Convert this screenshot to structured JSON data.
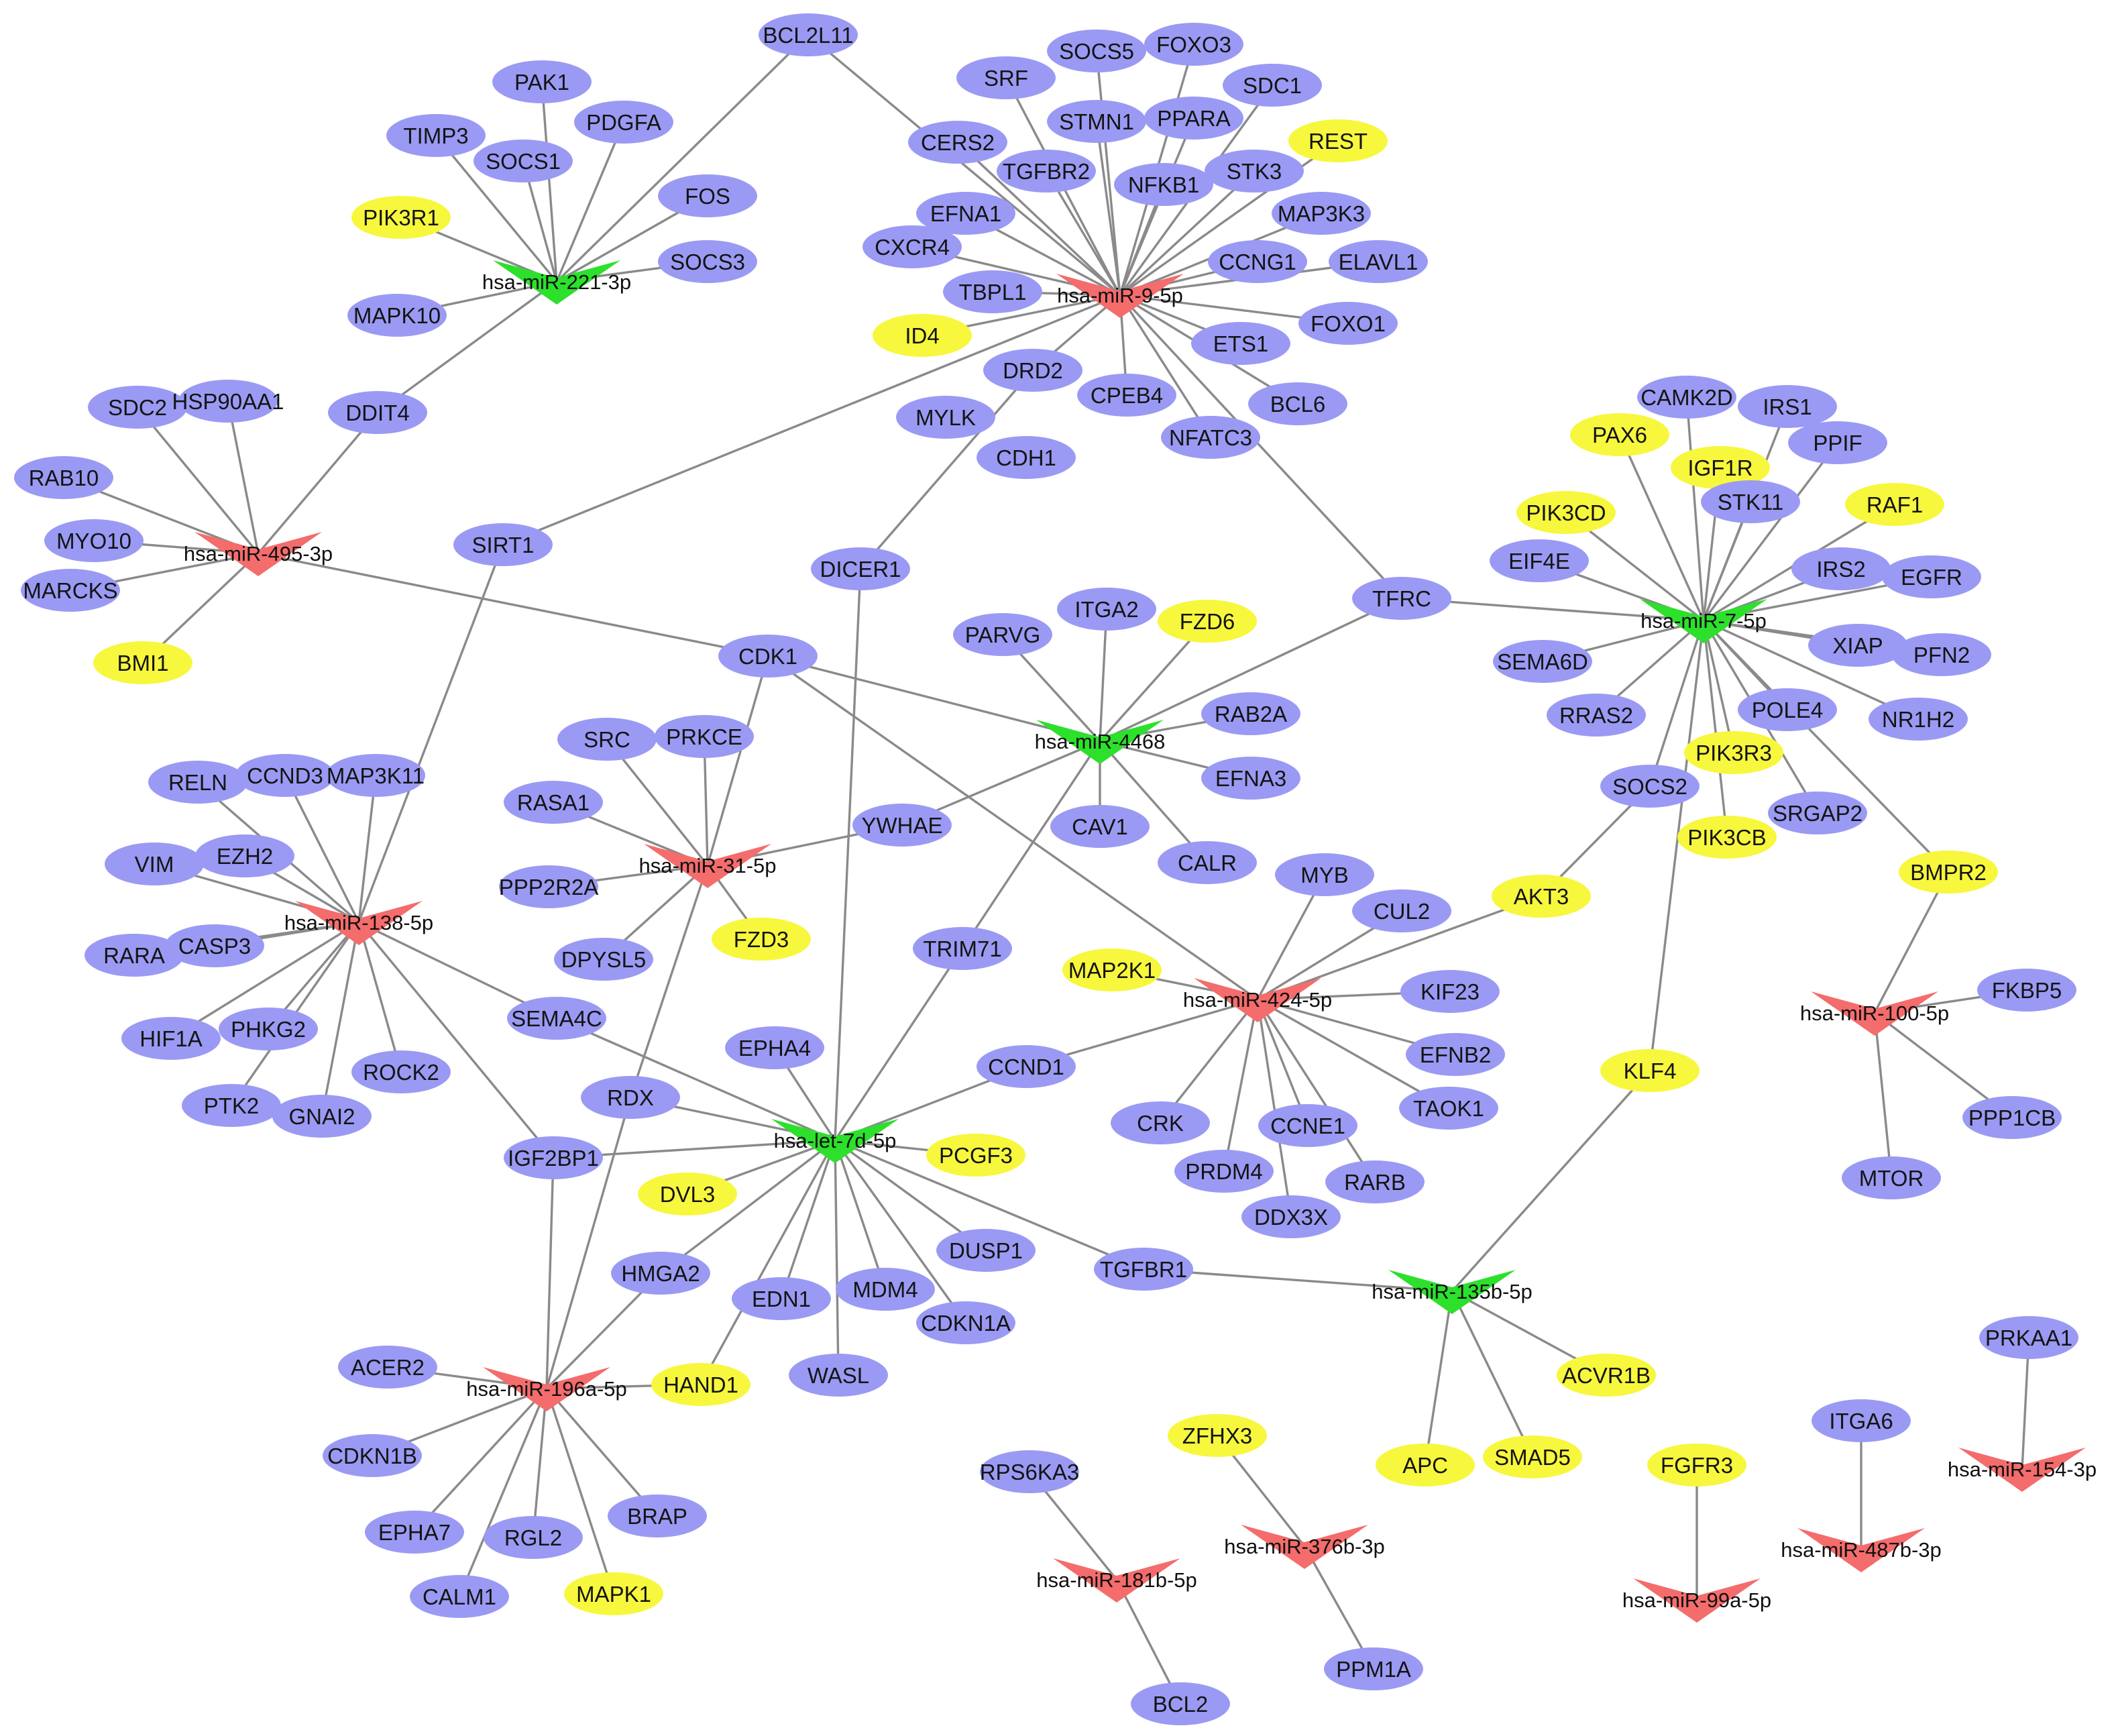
{
  "colors": {
    "gene_blue": "#9a9af4",
    "gene_yellow": "#f7f73e",
    "mirna_red": "#f46c6c",
    "mirna_green": "#2ce02c",
    "edge": "#8a8a8a"
  },
  "mirnas": [
    {
      "id": "m221",
      "label": "hsa-miR-221-3p",
      "color": "green"
    },
    {
      "id": "m9",
      "label": "hsa-miR-9-5p",
      "color": "red"
    },
    {
      "id": "m495",
      "label": "hsa-miR-495-3p",
      "color": "red"
    },
    {
      "id": "m7",
      "label": "hsa-miR-7-5p",
      "color": "green"
    },
    {
      "id": "m4468",
      "label": "hsa-miR-4468",
      "color": "green"
    },
    {
      "id": "m31",
      "label": "hsa-miR-31-5p",
      "color": "red"
    },
    {
      "id": "m138",
      "label": "hsa-miR-138-5p",
      "color": "red"
    },
    {
      "id": "m424",
      "label": "hsa-miR-424-5p",
      "color": "red"
    },
    {
      "id": "m100",
      "label": "hsa-miR-100-5p",
      "color": "red"
    },
    {
      "id": "let7d",
      "label": "hsa-let-7d-5p",
      "color": "green"
    },
    {
      "id": "m135b",
      "label": "hsa-miR-135b-5p",
      "color": "green"
    },
    {
      "id": "m196a",
      "label": "hsa-miR-196a-5p",
      "color": "red"
    },
    {
      "id": "m181b",
      "label": "hsa-miR-181b-5p",
      "color": "red"
    },
    {
      "id": "m376b",
      "label": "hsa-miR-376b-3p",
      "color": "red"
    },
    {
      "id": "m99a",
      "label": "hsa-miR-99a-5p",
      "color": "red"
    },
    {
      "id": "m487b",
      "label": "hsa-miR-487b-3p",
      "color": "red"
    },
    {
      "id": "m154",
      "label": "hsa-miR-154-3p",
      "color": "red"
    }
  ],
  "genes": [
    {
      "id": "BCL2L11",
      "label": "BCL2L11",
      "color": "blue"
    },
    {
      "id": "PAK1",
      "label": "PAK1",
      "color": "blue"
    },
    {
      "id": "TIMP3",
      "label": "TIMP3",
      "color": "blue"
    },
    {
      "id": "PDGFA",
      "label": "PDGFA",
      "color": "blue"
    },
    {
      "id": "SOCS1",
      "label": "SOCS1",
      "color": "blue"
    },
    {
      "id": "FOS",
      "label": "FOS",
      "color": "blue"
    },
    {
      "id": "PIK3R1",
      "label": "PIK3R1",
      "color": "yellow"
    },
    {
      "id": "SOCS3",
      "label": "SOCS3",
      "color": "blue"
    },
    {
      "id": "MAPK10",
      "label": "MAPK10",
      "color": "blue"
    },
    {
      "id": "DDIT4",
      "label": "DDIT4",
      "color": "blue"
    },
    {
      "id": "SDC2",
      "label": "SDC2",
      "color": "blue"
    },
    {
      "id": "HSP90AA1",
      "label": "HSP90AA1",
      "color": "blue"
    },
    {
      "id": "RAB10",
      "label": "RAB10",
      "color": "blue"
    },
    {
      "id": "MYO10",
      "label": "MYO10",
      "color": "blue"
    },
    {
      "id": "MARCKS",
      "label": "MARCKS",
      "color": "blue"
    },
    {
      "id": "BMI1",
      "label": "BMI1",
      "color": "yellow"
    },
    {
      "id": "SRF",
      "label": "SRF",
      "color": "blue"
    },
    {
      "id": "SOCS5",
      "label": "SOCS5",
      "color": "blue"
    },
    {
      "id": "FOXO3",
      "label": "FOXO3",
      "color": "blue"
    },
    {
      "id": "SDC1",
      "label": "SDC1",
      "color": "blue"
    },
    {
      "id": "STMN1",
      "label": "STMN1",
      "color": "blue"
    },
    {
      "id": "PPARA",
      "label": "PPARA",
      "color": "blue"
    },
    {
      "id": "REST",
      "label": "REST",
      "color": "yellow"
    },
    {
      "id": "CERS2",
      "label": "CERS2",
      "color": "blue"
    },
    {
      "id": "TGFBR2",
      "label": "TGFBR2",
      "color": "blue"
    },
    {
      "id": "NFKB1",
      "label": "NFKB1",
      "color": "blue"
    },
    {
      "id": "STK3",
      "label": "STK3",
      "color": "blue"
    },
    {
      "id": "MAP3K3",
      "label": "MAP3K3",
      "color": "blue"
    },
    {
      "id": "EFNA1",
      "label": "EFNA1",
      "color": "blue"
    },
    {
      "id": "CXCR4",
      "label": "CXCR4",
      "color": "blue"
    },
    {
      "id": "CCNG1",
      "label": "CCNG1",
      "color": "blue"
    },
    {
      "id": "ELAVL1",
      "label": "ELAVL1",
      "color": "blue"
    },
    {
      "id": "TBPL1",
      "label": "TBPL1",
      "color": "blue"
    },
    {
      "id": "FOXO1",
      "label": "FOXO1",
      "color": "blue"
    },
    {
      "id": "ID4",
      "label": "ID4",
      "color": "yellow"
    },
    {
      "id": "ETS1",
      "label": "ETS1",
      "color": "blue"
    },
    {
      "id": "DRD2",
      "label": "DRD2",
      "color": "blue"
    },
    {
      "id": "CPEB4",
      "label": "CPEB4",
      "color": "blue"
    },
    {
      "id": "BCL6",
      "label": "BCL6",
      "color": "blue"
    },
    {
      "id": "MYLK",
      "label": "MYLK",
      "color": "blue"
    },
    {
      "id": "NFATC3",
      "label": "NFATC3",
      "color": "blue"
    },
    {
      "id": "CDH1",
      "label": "CDH1",
      "color": "blue"
    },
    {
      "id": "SIRT1",
      "label": "SIRT1",
      "color": "blue"
    },
    {
      "id": "DICER1",
      "label": "DICER1",
      "color": "blue"
    },
    {
      "id": "TFRC",
      "label": "TFRC",
      "color": "blue"
    },
    {
      "id": "CAMK2D",
      "label": "CAMK2D",
      "color": "blue"
    },
    {
      "id": "IRS1",
      "label": "IRS1",
      "color": "blue"
    },
    {
      "id": "PAX6",
      "label": "PAX6",
      "color": "yellow"
    },
    {
      "id": "PPIF",
      "label": "PPIF",
      "color": "blue"
    },
    {
      "id": "IGF1R",
      "label": "IGF1R",
      "color": "yellow"
    },
    {
      "id": "PIK3CD",
      "label": "PIK3CD",
      "color": "yellow"
    },
    {
      "id": "STK11",
      "label": "STK11",
      "color": "blue"
    },
    {
      "id": "RAF1",
      "label": "RAF1",
      "color": "yellow"
    },
    {
      "id": "EIF4E",
      "label": "EIF4E",
      "color": "blue"
    },
    {
      "id": "IRS2",
      "label": "IRS2",
      "color": "blue"
    },
    {
      "id": "EGFR",
      "label": "EGFR",
      "color": "blue"
    },
    {
      "id": "SEMA6D",
      "label": "SEMA6D",
      "color": "blue"
    },
    {
      "id": "XIAP",
      "label": "XIAP",
      "color": "blue"
    },
    {
      "id": "PFN2",
      "label": "PFN2",
      "color": "blue"
    },
    {
      "id": "RRAS2",
      "label": "RRAS2",
      "color": "blue"
    },
    {
      "id": "POLE4",
      "label": "POLE4",
      "color": "blue"
    },
    {
      "id": "NR1H2",
      "label": "NR1H2",
      "color": "blue"
    },
    {
      "id": "PIK3R3",
      "label": "PIK3R3",
      "color": "yellow"
    },
    {
      "id": "SOCS2",
      "label": "SOCS2",
      "color": "blue"
    },
    {
      "id": "SRGAP2",
      "label": "SRGAP2",
      "color": "blue"
    },
    {
      "id": "PIK3CB",
      "label": "PIK3CB",
      "color": "yellow"
    },
    {
      "id": "BMPR2",
      "label": "BMPR2",
      "color": "yellow"
    },
    {
      "id": "ITGA2",
      "label": "ITGA2",
      "color": "blue"
    },
    {
      "id": "FZD6",
      "label": "FZD6",
      "color": "yellow"
    },
    {
      "id": "PARVG",
      "label": "PARVG",
      "color": "blue"
    },
    {
      "id": "CDK1",
      "label": "CDK1",
      "color": "blue"
    },
    {
      "id": "RAB2A",
      "label": "RAB2A",
      "color": "blue"
    },
    {
      "id": "EFNA3",
      "label": "EFNA3",
      "color": "blue"
    },
    {
      "id": "CAV1",
      "label": "CAV1",
      "color": "blue"
    },
    {
      "id": "CALR",
      "label": "CALR",
      "color": "blue"
    },
    {
      "id": "SRC",
      "label": "SRC",
      "color": "blue"
    },
    {
      "id": "PRKCE",
      "label": "PRKCE",
      "color": "blue"
    },
    {
      "id": "RASA1",
      "label": "RASA1",
      "color": "blue"
    },
    {
      "id": "YWHAE",
      "label": "YWHAE",
      "color": "blue"
    },
    {
      "id": "PPP2R2A",
      "label": "PPP2R2A",
      "color": "blue"
    },
    {
      "id": "FZD3",
      "label": "FZD3",
      "color": "yellow"
    },
    {
      "id": "DPYSL5",
      "label": "DPYSL5",
      "color": "blue"
    },
    {
      "id": "RELN",
      "label": "RELN",
      "color": "blue"
    },
    {
      "id": "CCND3",
      "label": "CCND3",
      "color": "blue"
    },
    {
      "id": "MAP3K11",
      "label": "MAP3K11",
      "color": "blue"
    },
    {
      "id": "VIM",
      "label": "VIM",
      "color": "blue"
    },
    {
      "id": "EZH2",
      "label": "EZH2",
      "color": "blue"
    },
    {
      "id": "RARA",
      "label": "RARA",
      "color": "blue"
    },
    {
      "id": "CASP3",
      "label": "CASP3",
      "color": "blue"
    },
    {
      "id": "HIF1A",
      "label": "HIF1A",
      "color": "blue"
    },
    {
      "id": "PHKG2",
      "label": "PHKG2",
      "color": "blue"
    },
    {
      "id": "ROCK2",
      "label": "ROCK2",
      "color": "blue"
    },
    {
      "id": "PTK2",
      "label": "PTK2",
      "color": "blue"
    },
    {
      "id": "GNAI2",
      "label": "GNAI2",
      "color": "blue"
    },
    {
      "id": "SEMA4C",
      "label": "SEMA4C",
      "color": "blue"
    },
    {
      "id": "IGF2BP1",
      "label": "IGF2BP1",
      "color": "blue"
    },
    {
      "id": "MYB",
      "label": "MYB",
      "color": "blue"
    },
    {
      "id": "CUL2",
      "label": "CUL2",
      "color": "blue"
    },
    {
      "id": "AKT3",
      "label": "AKT3",
      "color": "yellow"
    },
    {
      "id": "MAP2K1",
      "label": "MAP2K1",
      "color": "yellow"
    },
    {
      "id": "KIF23",
      "label": "KIF23",
      "color": "blue"
    },
    {
      "id": "EFNB2",
      "label": "EFNB2",
      "color": "blue"
    },
    {
      "id": "TRIM71",
      "label": "TRIM71",
      "color": "blue"
    },
    {
      "id": "CCND1",
      "label": "CCND1",
      "color": "blue"
    },
    {
      "id": "TAOK1",
      "label": "TAOK1",
      "color": "blue"
    },
    {
      "id": "CRK",
      "label": "CRK",
      "color": "blue"
    },
    {
      "id": "CCNE1",
      "label": "CCNE1",
      "color": "blue"
    },
    {
      "id": "PRDM4",
      "label": "PRDM4",
      "color": "blue"
    },
    {
      "id": "RARB",
      "label": "RARB",
      "color": "blue"
    },
    {
      "id": "DDX3X",
      "label": "DDX3X",
      "color": "blue"
    },
    {
      "id": "FKBP5",
      "label": "FKBP5",
      "color": "blue"
    },
    {
      "id": "PPP1CB",
      "label": "PPP1CB",
      "color": "blue"
    },
    {
      "id": "MTOR",
      "label": "MTOR",
      "color": "blue"
    },
    {
      "id": "KLF4",
      "label": "KLF4",
      "color": "yellow"
    },
    {
      "id": "EPHA4",
      "label": "EPHA4",
      "color": "blue"
    },
    {
      "id": "RDX",
      "label": "RDX",
      "color": "blue"
    },
    {
      "id": "PCGF3",
      "label": "PCGF3",
      "color": "yellow"
    },
    {
      "id": "DVL3",
      "label": "DVL3",
      "color": "yellow"
    },
    {
      "id": "DUSP1",
      "label": "DUSP1",
      "color": "blue"
    },
    {
      "id": "HMGA2",
      "label": "HMGA2",
      "color": "blue"
    },
    {
      "id": "TGFBR1",
      "label": "TGFBR1",
      "color": "blue"
    },
    {
      "id": "MDM4",
      "label": "MDM4",
      "color": "blue"
    },
    {
      "id": "EDN1",
      "label": "EDN1",
      "color": "blue"
    },
    {
      "id": "CDKN1A",
      "label": "CDKN1A",
      "color": "blue"
    },
    {
      "id": "WASL",
      "label": "WASL",
      "color": "blue"
    },
    {
      "id": "ACER2",
      "label": "ACER2",
      "color": "blue"
    },
    {
      "id": "HAND1",
      "label": "HAND1",
      "color": "yellow"
    },
    {
      "id": "CDKN1B",
      "label": "CDKN1B",
      "color": "blue"
    },
    {
      "id": "BRAP",
      "label": "BRAP",
      "color": "blue"
    },
    {
      "id": "EPHA7",
      "label": "EPHA7",
      "color": "blue"
    },
    {
      "id": "RGL2",
      "label": "RGL2",
      "color": "blue"
    },
    {
      "id": "CALM1",
      "label": "CALM1",
      "color": "blue"
    },
    {
      "id": "MAPK1",
      "label": "MAPK1",
      "color": "yellow"
    },
    {
      "id": "ACVR1B",
      "label": "ACVR1B",
      "color": "yellow"
    },
    {
      "id": "APC",
      "label": "APC",
      "color": "yellow"
    },
    {
      "id": "SMAD5",
      "label": "SMAD5",
      "color": "yellow"
    },
    {
      "id": "ZFHX3",
      "label": "ZFHX3",
      "color": "yellow"
    },
    {
      "id": "RPS6KA3",
      "label": "RPS6KA3",
      "color": "blue"
    },
    {
      "id": "PPM1A",
      "label": "PPM1A",
      "color": "blue"
    },
    {
      "id": "BCL2",
      "label": "BCL2",
      "color": "blue"
    },
    {
      "id": "FGFR3",
      "label": "FGFR3",
      "color": "yellow"
    },
    {
      "id": "ITGA6",
      "label": "ITGA6",
      "color": "blue"
    },
    {
      "id": "PRKAA1",
      "label": "PRKAA1",
      "color": "blue"
    }
  ],
  "edges": [
    [
      "m221",
      "BCL2L11"
    ],
    [
      "m221",
      "PAK1"
    ],
    [
      "m221",
      "TIMP3"
    ],
    [
      "m221",
      "PDGFA"
    ],
    [
      "m221",
      "SOCS1"
    ],
    [
      "m221",
      "FOS"
    ],
    [
      "m221",
      "PIK3R1"
    ],
    [
      "m221",
      "SOCS3"
    ],
    [
      "m221",
      "MAPK10"
    ],
    [
      "m221",
      "DDIT4"
    ],
    [
      "m9",
      "BCL2L11"
    ],
    [
      "m9",
      "SRF"
    ],
    [
      "m9",
      "SOCS5"
    ],
    [
      "m9",
      "FOXO3"
    ],
    [
      "m9",
      "SDC1"
    ],
    [
      "m9",
      "STMN1"
    ],
    [
      "m9",
      "PPARA"
    ],
    [
      "m9",
      "REST"
    ],
    [
      "m9",
      "CERS2"
    ],
    [
      "m9",
      "TGFBR2"
    ],
    [
      "m9",
      "NFKB1"
    ],
    [
      "m9",
      "STK3"
    ],
    [
      "m9",
      "MAP3K3"
    ],
    [
      "m9",
      "EFNA1"
    ],
    [
      "m9",
      "CXCR4"
    ],
    [
      "m9",
      "CCNG1"
    ],
    [
      "m9",
      "ELAVL1"
    ],
    [
      "m9",
      "TBPL1"
    ],
    [
      "m9",
      "FOXO1"
    ],
    [
      "m9",
      "ID4"
    ],
    [
      "m9",
      "ETS1"
    ],
    [
      "m9",
      "DRD2"
    ],
    [
      "m9",
      "CPEB4"
    ],
    [
      "m9",
      "BCL6"
    ],
    [
      "m9",
      "NFATC3"
    ],
    [
      "m9",
      "SIRT1"
    ],
    [
      "m9",
      "TFRC"
    ],
    [
      "m495",
      "SDC2"
    ],
    [
      "m495",
      "HSP90AA1"
    ],
    [
      "m495",
      "DDIT4"
    ],
    [
      "m495",
      "RAB10"
    ],
    [
      "m495",
      "MYO10"
    ],
    [
      "m495",
      "MARCKS"
    ],
    [
      "m495",
      "BMI1"
    ],
    [
      "m495",
      "CDK1"
    ],
    [
      "m7",
      "CAMK2D"
    ],
    [
      "m7",
      "IRS1"
    ],
    [
      "m7",
      "PAX6"
    ],
    [
      "m7",
      "PPIF"
    ],
    [
      "m7",
      "IGF1R"
    ],
    [
      "m7",
      "PIK3CD"
    ],
    [
      "m7",
      "STK11"
    ],
    [
      "m7",
      "RAF1"
    ],
    [
      "m7",
      "EIF4E"
    ],
    [
      "m7",
      "IRS2"
    ],
    [
      "m7",
      "EGFR"
    ],
    [
      "m7",
      "SEMA6D"
    ],
    [
      "m7",
      "XIAP"
    ],
    [
      "m7",
      "PFN2"
    ],
    [
      "m7",
      "RRAS2"
    ],
    [
      "m7",
      "POLE4"
    ],
    [
      "m7",
      "NR1H2"
    ],
    [
      "m7",
      "PIK3R3"
    ],
    [
      "m7",
      "SOCS2"
    ],
    [
      "m7",
      "SRGAP2"
    ],
    [
      "m7",
      "PIK3CB"
    ],
    [
      "m7",
      "BMPR2"
    ],
    [
      "m7",
      "TFRC"
    ],
    [
      "m7",
      "KLF4"
    ],
    [
      "m4468",
      "ITGA2"
    ],
    [
      "m4468",
      "FZD6"
    ],
    [
      "m4468",
      "PARVG"
    ],
    [
      "m4468",
      "CDK1"
    ],
    [
      "m4468",
      "RAB2A"
    ],
    [
      "m4468",
      "EFNA3"
    ],
    [
      "m4468",
      "CAV1"
    ],
    [
      "m4468",
      "CALR"
    ],
    [
      "m4468",
      "TFRC"
    ],
    [
      "m4468",
      "YWHAE"
    ],
    [
      "m4468",
      "TRIM71"
    ],
    [
      "m31",
      "SRC"
    ],
    [
      "m31",
      "PRKCE"
    ],
    [
      "m31",
      "RASA1"
    ],
    [
      "m31",
      "YWHAE"
    ],
    [
      "m31",
      "PPP2R2A"
    ],
    [
      "m31",
      "FZD3"
    ],
    [
      "m31",
      "DPYSL5"
    ],
    [
      "m31",
      "CDK1"
    ],
    [
      "m31",
      "RDX"
    ],
    [
      "m138",
      "RELN"
    ],
    [
      "m138",
      "CCND3"
    ],
    [
      "m138",
      "MAP3K11"
    ],
    [
      "m138",
      "VIM"
    ],
    [
      "m138",
      "EZH2"
    ],
    [
      "m138",
      "RARA"
    ],
    [
      "m138",
      "CASP3"
    ],
    [
      "m138",
      "HIF1A"
    ],
    [
      "m138",
      "PHKG2"
    ],
    [
      "m138",
      "ROCK2"
    ],
    [
      "m138",
      "PTK2"
    ],
    [
      "m138",
      "GNAI2"
    ],
    [
      "m138",
      "SEMA4C"
    ],
    [
      "m138",
      "IGF2BP1"
    ],
    [
      "m138",
      "SIRT1"
    ],
    [
      "m424",
      "MYB"
    ],
    [
      "m424",
      "CUL2"
    ],
    [
      "m424",
      "AKT3"
    ],
    [
      "m424",
      "MAP2K1"
    ],
    [
      "m424",
      "KIF23"
    ],
    [
      "m424",
      "EFNB2"
    ],
    [
      "m424",
      "TAOK1"
    ],
    [
      "m424",
      "CRK"
    ],
    [
      "m424",
      "CCNE1"
    ],
    [
      "m424",
      "PRDM4"
    ],
    [
      "m424",
      "RARB"
    ],
    [
      "m424",
      "DDX3X"
    ],
    [
      "m424",
      "CCND1"
    ],
    [
      "m424",
      "CDK1"
    ],
    [
      "m100",
      "FKBP5"
    ],
    [
      "m100",
      "PPP1CB"
    ],
    [
      "m100",
      "MTOR"
    ],
    [
      "m100",
      "BMPR2"
    ],
    [
      "let7d",
      "EPHA4"
    ],
    [
      "let7d",
      "RDX"
    ],
    [
      "let7d",
      "PCGF3"
    ],
    [
      "let7d",
      "DVL3"
    ],
    [
      "let7d",
      "DUSP1"
    ],
    [
      "let7d",
      "HMGA2"
    ],
    [
      "let7d",
      "TGFBR1"
    ],
    [
      "let7d",
      "MDM4"
    ],
    [
      "let7d",
      "EDN1"
    ],
    [
      "let7d",
      "CDKN1A"
    ],
    [
      "let7d",
      "WASL"
    ],
    [
      "let7d",
      "HAND1"
    ],
    [
      "let7d",
      "IGF2BP1"
    ],
    [
      "let7d",
      "SEMA4C"
    ],
    [
      "let7d",
      "CCND1"
    ],
    [
      "let7d",
      "TRIM71"
    ],
    [
      "let7d",
      "DICER1"
    ],
    [
      "m135b",
      "TGFBR1"
    ],
    [
      "m135b",
      "KLF4"
    ],
    [
      "m135b",
      "ACVR1B"
    ],
    [
      "m135b",
      "APC"
    ],
    [
      "m135b",
      "SMAD5"
    ],
    [
      "m196a",
      "ACER2"
    ],
    [
      "m196a",
      "HAND1"
    ],
    [
      "m196a",
      "CDKN1B"
    ],
    [
      "m196a",
      "BRAP"
    ],
    [
      "m196a",
      "EPHA7"
    ],
    [
      "m196a",
      "RGL2"
    ],
    [
      "m196a",
      "CALM1"
    ],
    [
      "m196a",
      "MAPK1"
    ],
    [
      "m196a",
      "HMGA2"
    ],
    [
      "m196a",
      "IGF2BP1"
    ],
    [
      "m196a",
      "RDX"
    ],
    [
      "m181b",
      "RPS6KA3"
    ],
    [
      "m181b",
      "BCL2"
    ],
    [
      "m376b",
      "ZFHX3"
    ],
    [
      "m376b",
      "PPM1A"
    ],
    [
      "m99a",
      "FGFR3"
    ],
    [
      "m487b",
      "ITGA6"
    ],
    [
      "m154",
      "PRKAA1"
    ],
    [
      "DRD2",
      "DICER1"
    ],
    [
      "AKT3",
      "SOCS2"
    ]
  ]
}
